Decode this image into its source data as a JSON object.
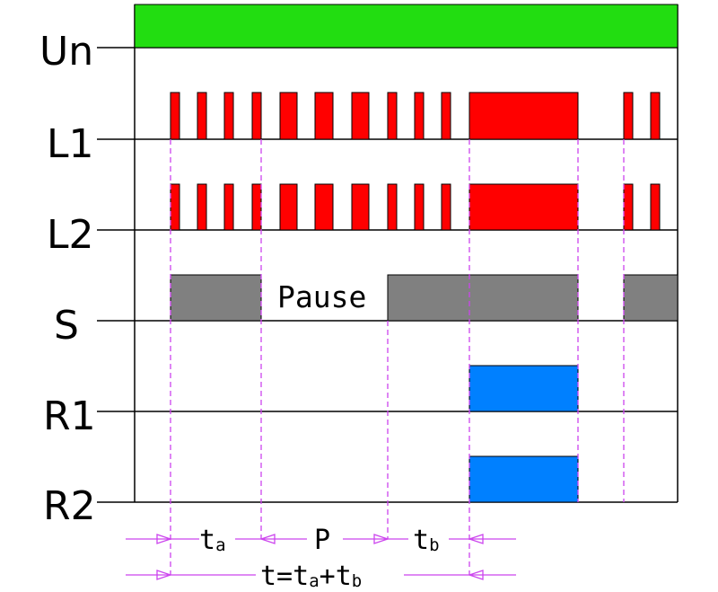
{
  "labels": {
    "un": "Un",
    "l1": "L1",
    "l2": "L2",
    "s": "S",
    "r1": "R1",
    "r2": "R2"
  },
  "pause_label": "Pause",
  "annotations": {
    "t_a": "t",
    "t_a_sub": "a",
    "p": "P",
    "t_b": "t",
    "t_b_sub": "b",
    "total": "t=t",
    "total_sub_a": "a",
    "plus": "+t",
    "total_sub_b": "b"
  },
  "colors": {
    "supply": "#22dd11",
    "pulse": "#ff0000",
    "sensor": "#808080",
    "relay": "#0080ff",
    "guide": "#cc44ee"
  }
}
